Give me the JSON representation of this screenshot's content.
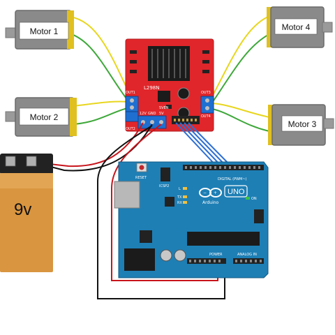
{
  "motors": [
    {
      "label": "Motor 1"
    },
    {
      "label": "Motor 2"
    },
    {
      "label": "Motor 3"
    },
    {
      "label": "Motor 4"
    }
  ],
  "battery": {
    "label": "9v"
  },
  "driver": {
    "chip": "L298N",
    "out1": "OUT1",
    "out2": "OUT2",
    "out3": "OUT3",
    "out4": "OUT4",
    "v12": "12V",
    "gnd": "GND",
    "v5": "5V",
    "en": "5VEN"
  },
  "arduino": {
    "brand": "Arduino",
    "model": "UNO",
    "digital": "DIGITAL (PWM~)",
    "analog": "ANALOG IN",
    "power": "POWER",
    "reset": "RESET",
    "icsp": "ICSP2",
    "tx": "TX",
    "rx": "RX",
    "on": "ON",
    "l": "L"
  },
  "colors": {
    "driver_board": "#e0262a",
    "arduino_board": "#1e7fb5",
    "wire_red": "#c8141c",
    "wire_black": "#111111",
    "wire_blue": "#2e6fd4",
    "wire_yellow": "#e8d61e",
    "wire_green": "#3ea83a",
    "battery_top": "#222222",
    "battery_body": "#d9953f"
  }
}
